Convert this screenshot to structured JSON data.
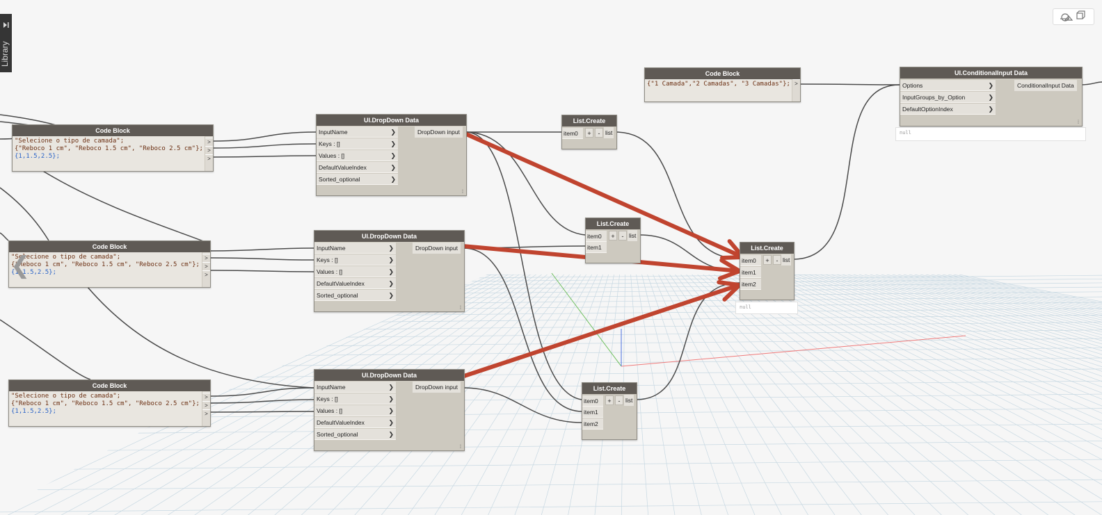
{
  "library": {
    "label": "Library"
  },
  "view_toggle": {
    "icons": [
      "graph-view-icon",
      "3d-view-icon"
    ]
  },
  "nodes": {
    "code_block_top": {
      "title": "Code Block",
      "lines": [
        "\"Selecione o tipo de camada\";",
        "{\"Reboco 1 cm\", \"Reboco 1.5 cm\", \"Reboco 2.5 cm\"};",
        "{1,1.5,2.5};"
      ]
    },
    "code_block_mid": {
      "title": "Code Block",
      "lines": [
        "\"Selecione o tipo de camada\";",
        "{\"Reboco 1 cm\", \"Reboco 1.5 cm\", \"Reboco 2.5 cm\"};",
        "{1,1.5,2.5};"
      ]
    },
    "code_block_bot": {
      "title": "Code Block",
      "lines": [
        "\"Selecione o tipo de camada\";",
        "{\"Reboco 1 cm\", \"Reboco 1.5 cm\", \"Reboco 2.5 cm\"};",
        "{1,1.5,2.5};"
      ]
    },
    "code_block_options": {
      "title": "Code Block",
      "lines": [
        "{\"1 Camada\",\"2 Camadas\", \"3 Camadas\"};"
      ]
    },
    "dropdown_1": {
      "title": "UI.DropDown Data",
      "inputs": [
        "InputName",
        "Keys : []",
        "Values : []",
        "DefaultValueIndex",
        "Sorted_optional"
      ],
      "output": "DropDown input"
    },
    "dropdown_2": {
      "title": "UI.DropDown Data",
      "inputs": [
        "InputName",
        "Keys : []",
        "Values : []",
        "DefaultValueIndex",
        "Sorted_optional"
      ],
      "output": "DropDown input"
    },
    "dropdown_3": {
      "title": "UI.DropDown Data",
      "inputs": [
        "InputName",
        "Keys : []",
        "Values : []",
        "DefaultValueIndex",
        "Sorted_optional"
      ],
      "output": "DropDown input"
    },
    "list_create_1": {
      "title": "List.Create",
      "inputs": [
        "item0"
      ],
      "output": "list"
    },
    "list_create_2": {
      "title": "List.Create",
      "inputs": [
        "item0",
        "item1"
      ],
      "output": "list"
    },
    "list_create_3": {
      "title": "List.Create",
      "inputs": [
        "item0",
        "item1",
        "item2"
      ],
      "output": "list"
    },
    "list_create_main": {
      "title": "List.Create",
      "inputs": [
        "item0",
        "item1",
        "item2"
      ],
      "output": "list",
      "preview": "null"
    },
    "conditional_input": {
      "title": "UI.ConditionalInput Data",
      "inputs": [
        "Options",
        "InputGroups_by_Option",
        "DefaultOptionIndex"
      ],
      "output": "ConditionalInput Data",
      "preview": "null"
    }
  },
  "buttons": {
    "add": "+",
    "remove": "-"
  },
  "colors": {
    "header": "#5f5a55",
    "node_body": "#cdc9bf",
    "wire": "#4a4a4a",
    "annotation_arrow": "#c0442f",
    "grid": "#c7d8e2"
  }
}
